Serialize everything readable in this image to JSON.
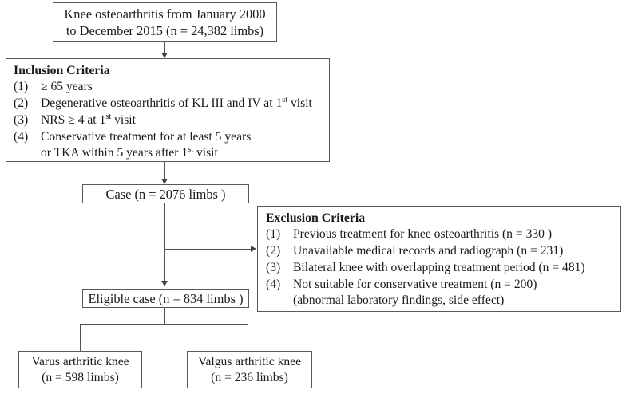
{
  "figure": {
    "type": "flowchart",
    "title": "Patient selection flow diagram for knee osteoarthritis cohort"
  },
  "nodes": {
    "source": {
      "line1": "Knee osteoarthritis from January 2000",
      "line2": "to December 2015 (n = 24,382 limbs)"
    },
    "inclusion": {
      "title": "Inclusion Criteria",
      "items": [
        {
          "num": "(1)",
          "text_before": "≥ 65 years",
          "text_after": "",
          "sup": ""
        },
        {
          "num": "(2)",
          "text_before": "Degenerative osteoarthritis of KL III and IV at 1",
          "sup": "st",
          "text_after": " visit"
        },
        {
          "num": "(3)",
          "text_before": "NRS ≥ 4 at 1",
          "sup": "st",
          "text_after": " visit"
        },
        {
          "num": "(4)",
          "text_before": "Conservative treatment for at least 5 years",
          "sup": "",
          "text_after": ""
        }
      ],
      "item4_sub_before": "or TKA within 5 years after 1",
      "item4_sub_sup": "st",
      "item4_sub_after": " visit"
    },
    "case": {
      "label": "Case (n = 2076 limbs  )"
    },
    "exclusion": {
      "title": "Exclusion Criteria",
      "items": [
        {
          "num": "(1)",
          "text": "Previous treatment for knee osteoarthritis (n = 330 )"
        },
        {
          "num": "(2)",
          "text": "Unavailable medical records and radiograph (n = 231)"
        },
        {
          "num": "(3)",
          "text": "Bilateral knee with overlapping treatment period (n = 481)"
        },
        {
          "num": "(4)",
          "text": "Not suitable for conservative treatment (n = 200)"
        }
      ],
      "item4_sub": "(abnormal laboratory findings, side effect)"
    },
    "eligible": {
      "label": "Eligible case (n = 834 limbs )"
    },
    "varus": {
      "line1": "Varus arthritic knee",
      "line2": "(n = 598 limbs)"
    },
    "valgus": {
      "line1": "Valgus arthritic knee",
      "line2": "(n = 236 limbs)"
    }
  },
  "colors": {
    "box_border": "#555a5e",
    "connector": "#4e5357",
    "background": "#ffffff",
    "text": "#1a1a1a"
  }
}
